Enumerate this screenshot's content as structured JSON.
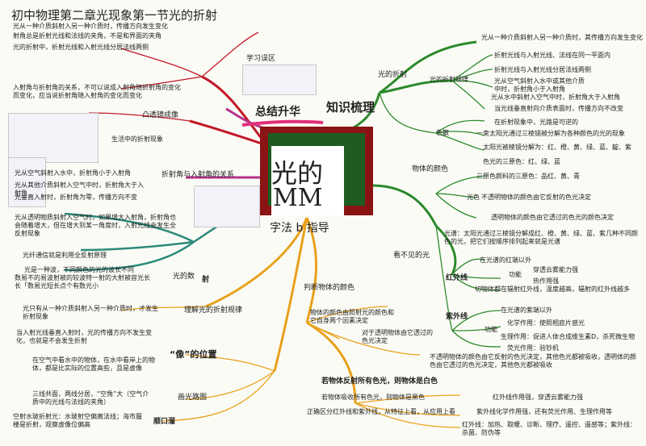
{
  "title": {
    "header": "初中物理第二章光现象第一节光的折射",
    "center_main": "光的",
    "center_mm": "MM",
    "center_sub": "字法 b 指导"
  },
  "branches": {
    "knowledge": "知识梳理",
    "summary": "总结升华",
    "light_refraction": "光的折射",
    "color_of_object": "物体的颜色",
    "invisible_light": "看不见的光",
    "judge_color": "判断物体的颜色",
    "study_misc": "学习误区",
    "concave_convex": "凸透镜成像",
    "life_refraction": "生活中的折射现象"
  },
  "refraction": {
    "def": "光从一种介质斜射入另一种介质时，其传播方向发生变化",
    "rule_title": "光的折射规律",
    "rule1": "折射光线与入射光线、法线在同一平面内",
    "rule2": "折射光线与入射光线分居法线两侧",
    "rule3a": "光从空气斜射入水中或其他介质",
    "rule3b": "中时，折射角小于入射角",
    "rule4": "光从水中斜射入空气中时，折射角大于入射角",
    "rule5": "当光线垂直射向介质表面时，传播方向不改变",
    "reversible": "在折射现象中，光路是可逆的"
  },
  "color": {
    "dispersion": "色散",
    "disp1": "一束太阳光通过三棱镜被分解为各种颜色的光的现象",
    "disp2": "太阳光被棱镜分解为：红、橙、黄、绿、蓝、靛、紫",
    "primary_light": "色光的三原色：红、绿、蓝",
    "pigment": "三原色颜料的三原色：品红、黄、青",
    "rule": "光色",
    "opaque": "不透明物体的颜色由它反射的色光决定",
    "transparent": "透明物体的颜色由它透过的色光的颜色决定",
    "sun": "光谱：太阳光通过三棱镜分解成红、橙、黄、绿、蓝、紫几种不同颜色的光，把它们按顺序排列起来就是光谱"
  },
  "invisible": {
    "infrared": "红外线",
    "ir_outside": "在光谱的红端以外",
    "ir_func": "功能",
    "ir_f1": "穿透云雾能力强",
    "ir_f2": "热作用强",
    "ir_f3": "切物体都在辐射红外线，温度越高，辐射的红外线越多",
    "ultraviolet": "紫外线",
    "uv_outside": "在光谱的紫端以外",
    "uv_func": "功能",
    "uv_f1": "化学作用：使照相底片感光",
    "uv_f2": "生理作用：促进人体合成维生素D，杀死微生物",
    "uv_f3": "荧光作用：验钞机"
  },
  "judge": {
    "factors": "物体的颜色由照射光的颜色和它自身两个因素决定",
    "trans": "对于透明物体由它透过的色光决定",
    "opaque_long": "不透明物体的颜色由它反射的色光决定，其他色光都被吸收，透明体的颜色由它透过的色光决定，其他色光都被吸收",
    "white": "若物体反射所有色光，则物体是白色",
    "black": "若物体吸收所有色光，则物体是黑色",
    "correct": "正确区分红外线和紫外线，从特征上看，从应用上看",
    "ir_use": "红外线作用强，穿透云雾能力强",
    "uv_use": "紫外线化学作用强，还有荧光作用、生理作用等",
    "ir_app": "红外线：加热、取暖、诊断、理疗、遥控、遥感等；紫外线：杀菌、防伪等"
  },
  "left": {
    "l1": "光从一种介质斜射入另一种介质时，传播方向发生变化",
    "l2": "射角总是折射光线和法线的夹角，不是和界面的夹角",
    "l3": "光的折射中，折射光线和入射光线分居法线两侧",
    "l4": "入射角与折射角的关系，不可以说成入射角随折射角的变化而变化，应当说折射角随入射角的变化而变化",
    "l5": "光从空气斜射入水中，折射角小于入射角",
    "l6": "光从其他介质斜射入空气中时，折射角大于入射角",
    "l7": "光垂直入射时，折射角为零，传播方向不变",
    "l8": "光从透明物质斜射入空气时，如果增大入射角，折射角也会随着增大，但在增大到某一角度时，入射光线会发生全反射现象",
    "l9": "光纤通信就是利用全反射原理",
    "l10": "光是一种波，不同颜色的光的波长不同",
    "l11": "数易不的易波射被的较波特一射的大射被容光长长「数易光短长点个有数光小",
    "l12": "光的数",
    "l13": "射",
    "l14": "理解光的折射规律",
    "l15": "光只有从一种介质斜射入另一种介质时，才发生折射现象",
    "l16": "当入射光线垂直入射时，光的传播方向不发生变化，也就是不会发生折射",
    "l17": "“像”的位置",
    "l18": "在空气中看水中的物体，在水中看岸上的物体，都是比实际的位置高些，且是虚像",
    "l19": "三线共面，两线分居，“空角”大（空气介质中的光线与法线的夹角）",
    "l20": "画光路图",
    "l21": "空射水玻折射光：水玻射空偏离法线；海市蜃楼是折射，观察虚像位偏高",
    "l22": "顺口溜",
    "l23": "折射角与入射角的关系"
  }
}
